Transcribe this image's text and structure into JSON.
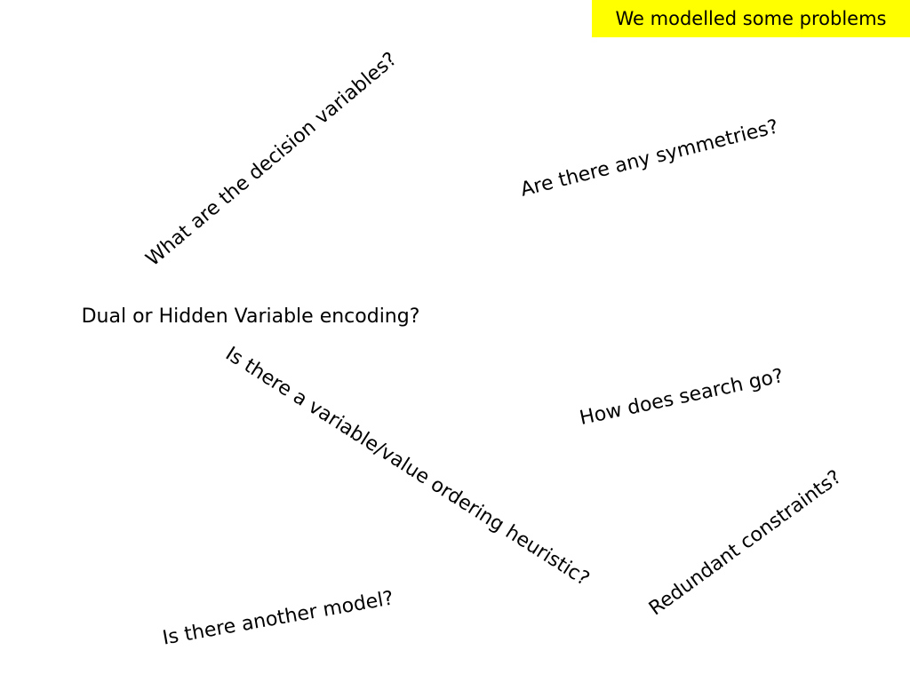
{
  "title": "We modelled some problems",
  "questions": [
    "What are the decision variables?",
    "Are there any symmetries?",
    "Dual or Hidden Variable encoding?",
    "Is there a variable/value ordering heuristic?",
    "How does search go?",
    "Redundant constraints?",
    "Is there another model?"
  ],
  "colors": {
    "title_background": "#ffff00",
    "text": "#000000",
    "background": "#ffffff"
  }
}
